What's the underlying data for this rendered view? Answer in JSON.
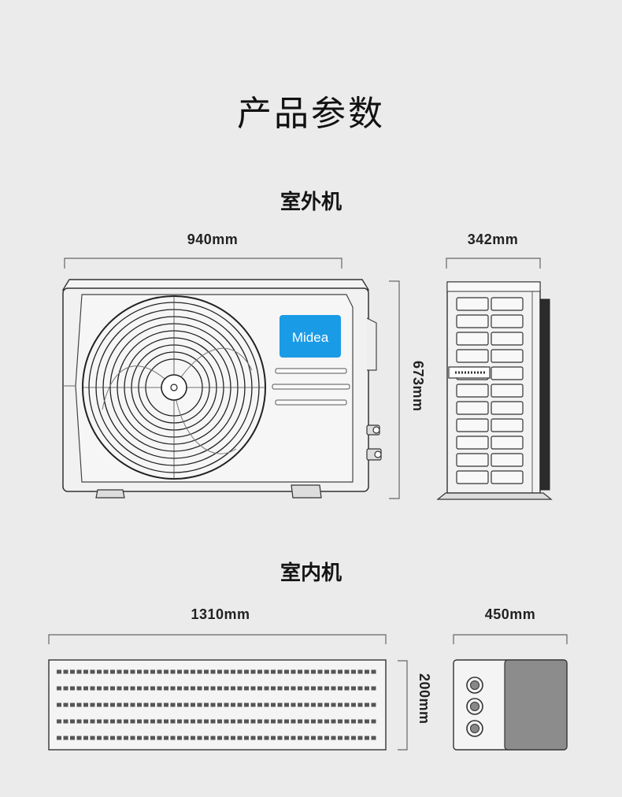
{
  "page_title": "产品参数",
  "outdoor": {
    "section_title": "室外机",
    "width_label": "940mm",
    "depth_label": "342mm",
    "height_label": "673mm",
    "brand_logo": "Midea"
  },
  "indoor": {
    "section_title": "室内机",
    "width_label": "1310mm",
    "depth_label": "450mm",
    "height_label": "200mm"
  },
  "colors": {
    "background": "#ebebeb",
    "brand_blue": "#1a9be6",
    "line": "#555555",
    "indoor_side_panel": "#8c8c8c"
  },
  "icons": [
    "fan-icon",
    "pipe-port-icon",
    "midea-logo"
  ]
}
